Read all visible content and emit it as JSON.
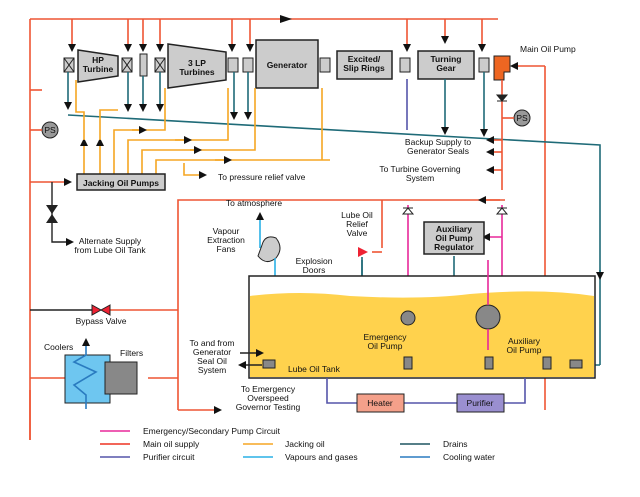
{
  "diagram": {
    "components": {
      "hp_turbine": "HP Turbine",
      "lp_turbines": "3 LP Turbines",
      "generator": "Generator",
      "exciter": "Excited/ Slip Rings",
      "turning_gear": "Turning Gear",
      "main_oil_pump": "Main Oil Pump",
      "jacking_oil_pumps": "Jacking Oil Pumps",
      "aux_regulator": "Auxiliary Oil Pump Regulator",
      "heater": "Heater",
      "purifier": "Purifier",
      "lube_oil_tank": "Lube Oil Tank",
      "emergency_pump": "Emergency Oil Pump",
      "auxiliary_pump": "Auxiliary Oil Pump",
      "coolers": "Coolers",
      "filters": "Filters",
      "bypass_valve": "Bypass Valve",
      "lube_relief_valve": "Lube Oil Relief Valve",
      "vapour_fans": "Vapour Extraction Fans",
      "explosion_doors": "Explosion Doors",
      "pressure_switch": "PS"
    },
    "labels": {
      "pressure_relief": "To pressure relief valve",
      "atmosphere": "To atmosphere",
      "alt_supply": "Alternate Supply from Lube Oil Tank",
      "backup_seals": "Backup Supply to Generator Seals",
      "turbine_governing": "To Turbine Governing System",
      "seal_oil": "To and from Generator Seal Oil System",
      "overspeed": "To Emergency Overspeed Governor Testing"
    }
  },
  "legend": [
    {
      "label": "Emergency/Secondary Pump Circuit",
      "color": "#e8289a"
    },
    {
      "label": "Main oil supply",
      "color": "#ee3322"
    },
    {
      "label": "Purifier circuit",
      "color": "#5555aa"
    },
    {
      "label": "Jacking oil",
      "color": "#f5a623"
    },
    {
      "label": "Vapours and gases",
      "color": "#2ab0e6"
    },
    {
      "label": "Drains",
      "color": "#1f5560"
    },
    {
      "label": "Cooling water",
      "color": "#2a7bc0"
    }
  ]
}
